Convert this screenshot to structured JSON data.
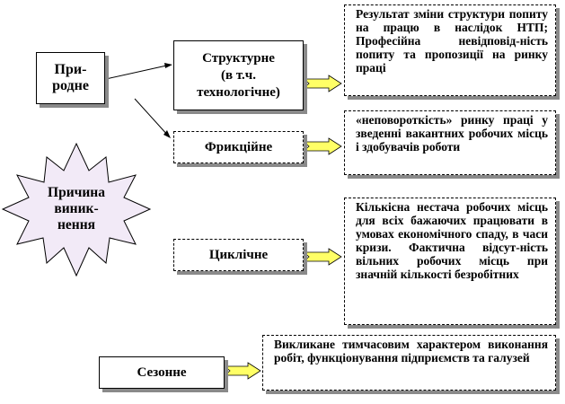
{
  "causes": {
    "natural": "При-\nродне",
    "origin": "Причина\nвиник-\nнення"
  },
  "types": {
    "structural": "Структурне\n(в т.ч.\nтехнологічне)",
    "frictional": "Фрикційне",
    "cyclical": "Циклічне",
    "seasonal": "Сезонне"
  },
  "descriptions": {
    "structural": "Результат зміни структури попиту на працю в наслідок НТП; Професійна невідповід-ність попиту та пропозиції на ринку праці",
    "frictional": "«неповороткість» ринку праці у зведенні вакантних робочих місць і здобувачів роботи",
    "cyclical_bold1": "Кількісна",
    "cyclical_text1": " нестача робочих місць для всіх бажаючих працювати в умовах економічного спаду, в часи кризи. ",
    "cyclical_bold2": "Фактична",
    "cyclical_text2": " відсут-ність вільних робочих місць при значній кількості безробітних",
    "seasonal": "Викликане тимчасовим характером виконання робіт, функціонування підприємств та галузей"
  },
  "colors": {
    "starburst_fill": "#f2eaf7",
    "arrow_fill": "#ffff66",
    "shadow": "#8a8a8a"
  }
}
